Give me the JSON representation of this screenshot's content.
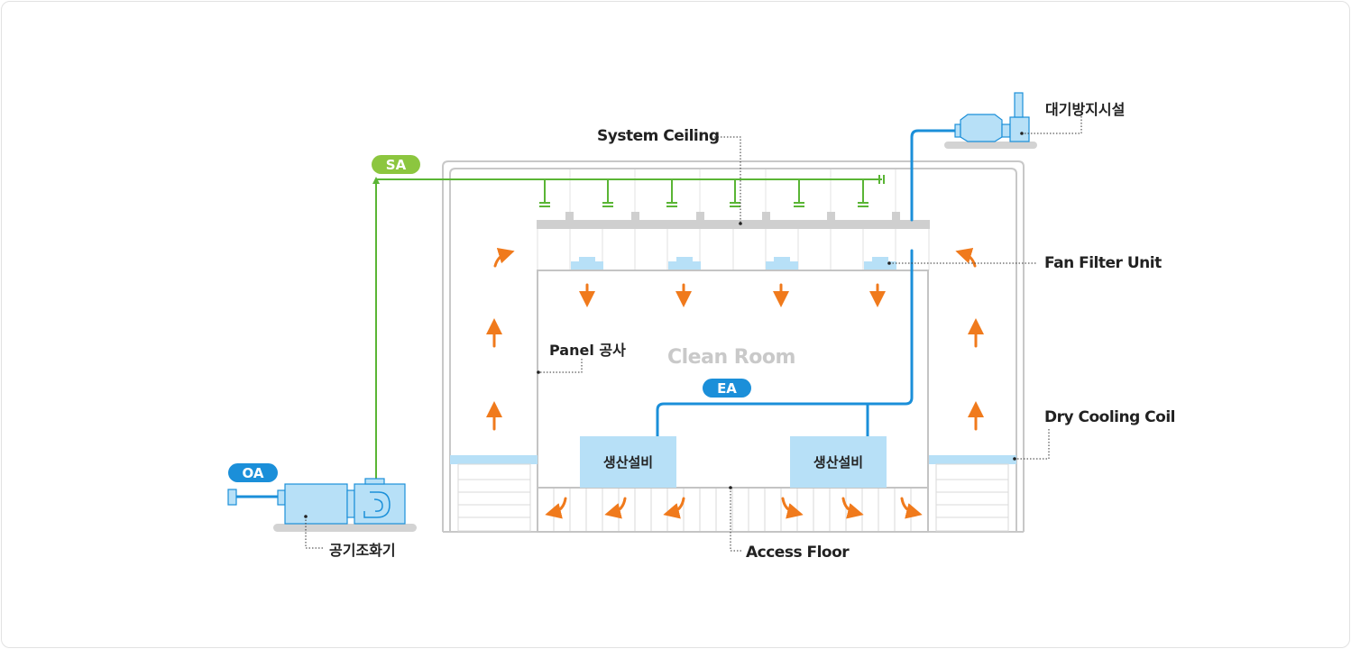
{
  "labels": {
    "system_ceiling": "System Ceiling",
    "air_pollution_facility": "대기방지시설",
    "fan_filter_unit": "Fan Filter Unit",
    "panel_work": "Panel 공사",
    "clean_room": "Clean Room",
    "dry_cooling_coil": "Dry Cooling Coil",
    "access_floor": "Access Floor",
    "air_handling_unit": "공기조화기"
  },
  "badges": {
    "sa": "SA",
    "oa": "OA",
    "ea": "EA"
  },
  "equipment": [
    {
      "label": "생산설비"
    },
    {
      "label": "생산설비"
    }
  ],
  "colors": {
    "supply_air_green": "#5ab535",
    "exhaust_blue": "#1b8fd9",
    "equipment_fill": "#b7e0f7",
    "airflow_orange": "#f07a1c",
    "structure_gray": "#bdbdbd"
  }
}
